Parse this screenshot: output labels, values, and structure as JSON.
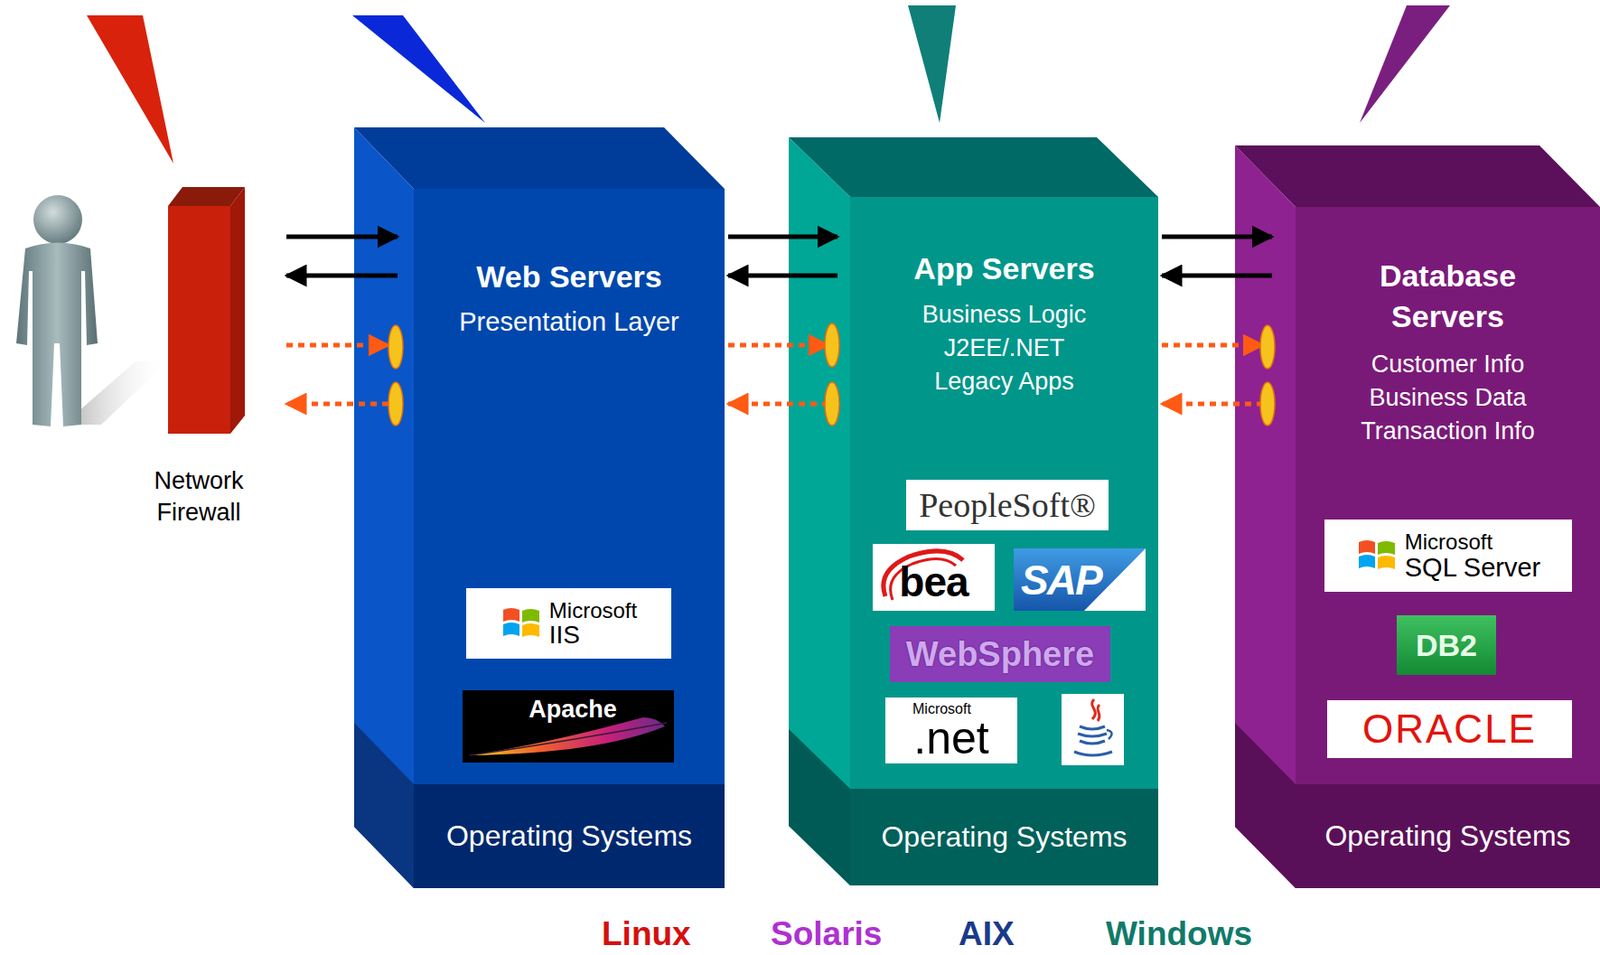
{
  "diagram": {
    "nodes": [
      {
        "text": [
          "Network Firewall"
        ]
      },
      {
        "text": [
          "Web Servers",
          "Presentation Layer"
        ]
      },
      {
        "text": [
          "Microsoft",
          "IIS"
        ],
        "in": 1
      },
      {
        "text": [
          "Apache"
        ],
        "in": 1
      },
      {
        "text": [
          "Operating Systems"
        ],
        "in": 1
      },
      {
        "text": [
          "App Servers",
          "Business Logic J2EE/.NET Legacy Apps"
        ]
      },
      {
        "text": [
          "PeopleSoft®"
        ],
        "in": 5
      },
      {
        "text": [
          "bea"
        ],
        "in": 5
      },
      {
        "text": [
          "SAP"
        ],
        "in": 5
      },
      {
        "text": [
          "WebSphere"
        ],
        "in": 5
      },
      {
        "text": [
          "Microsoft",
          ".net"
        ],
        "in": 5
      },
      {
        "text": [
          "Operating Systems"
        ],
        "in": 5
      },
      {
        "text": [
          "Database Servers",
          "Customer Info Business Data Transaction Info"
        ]
      },
      {
        "text": [
          "Microsoft",
          "SQL Server"
        ],
        "in": 12
      },
      {
        "text": [
          "DB2"
        ],
        "in": 12
      },
      {
        "text": [
          "ORACLE"
        ],
        "in": 12
      },
      {
        "text": [
          "Operating Systems"
        ],
        "in": 12
      }
    ],
    "edges": [
      {
        "from": 0,
        "to": 1,
        "arrow": "to"
      },
      {
        "from": 1,
        "to": 0,
        "arrow": "to"
      },
      {
        "from": 0,
        "to": 1,
        "arrow": "to"
      },
      {
        "from": 1,
        "to": 0,
        "arrow": "to"
      },
      {
        "from": 1,
        "to": 5,
        "arrow": "to"
      },
      {
        "from": 5,
        "to": 1,
        "arrow": "to"
      },
      {
        "from": 1,
        "to": 5,
        "arrow": "to"
      },
      {
        "from": 5,
        "to": 1,
        "arrow": "to"
      },
      {
        "from": 5,
        "to": 12,
        "arrow": "to"
      },
      {
        "from": 12,
        "to": 5,
        "arrow": "to"
      },
      {
        "from": 5,
        "to": 12,
        "arrow": "to"
      },
      {
        "from": 12,
        "to": 5,
        "arrow": "to"
      }
    ],
    "labels": [
      "Linux",
      "Solaris",
      "AIX",
      "Windows"
    ]
  }
}
